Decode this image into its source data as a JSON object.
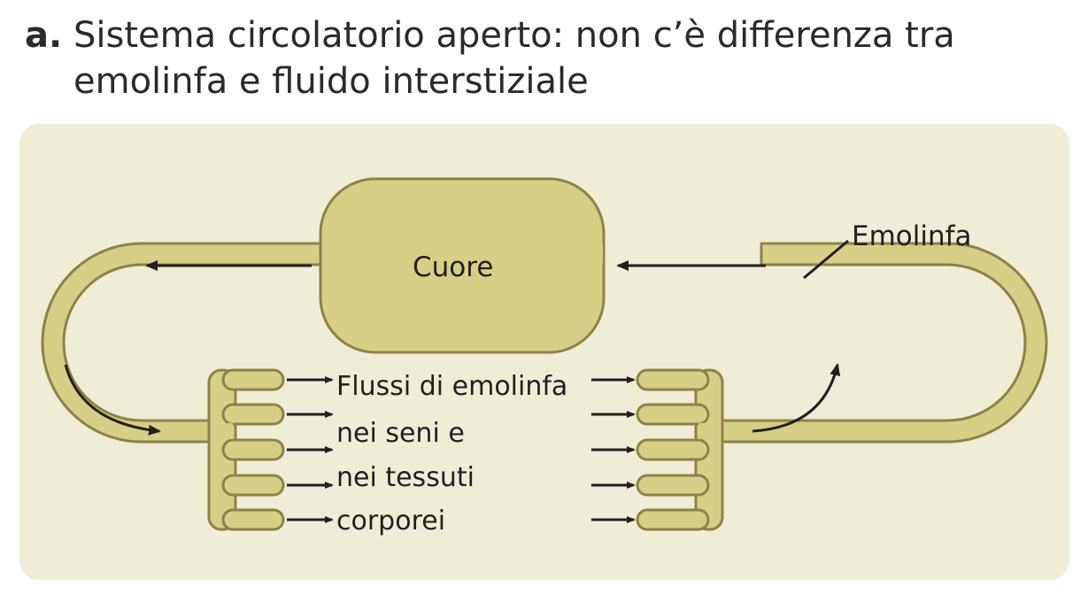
{
  "caption": {
    "letter": "a.",
    "line1": "Sistema circolatorio aperto: non c’è differenza tra",
    "line2": "emolinfa e fluido interstiziale"
  },
  "labels": {
    "heart": "Cuore",
    "hemolymph": "Emolinfa",
    "flow": [
      "Flussi di emolinfa",
      "nei seni e",
      "nei tessuti",
      "corporei"
    ]
  },
  "colors": {
    "panel": "#efedd6",
    "vessel_fill": "#d6cf86",
    "vessel_stroke": "#8c8348",
    "text": "#231f20"
  }
}
